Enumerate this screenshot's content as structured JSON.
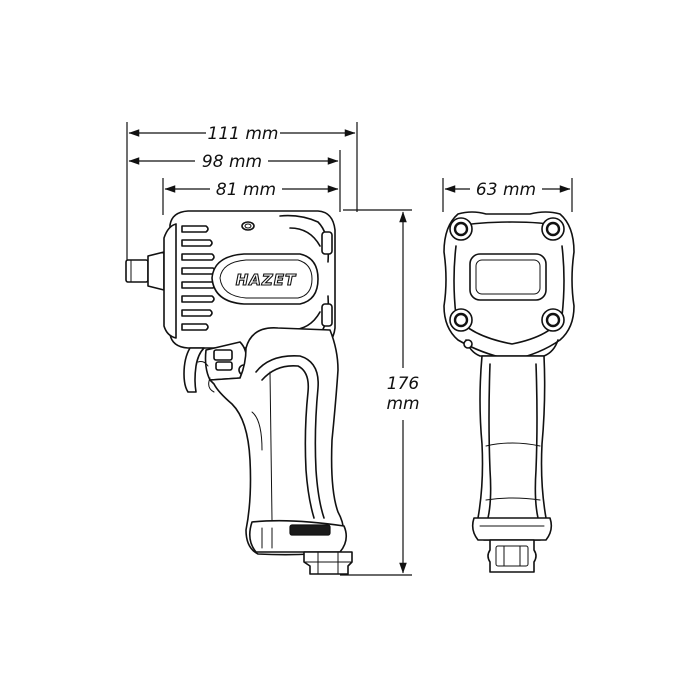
{
  "brand": {
    "logo_text": "HAZET"
  },
  "dimensions": {
    "overall_length": "111 mm",
    "mid_length": "98 mm",
    "body_length": "81 mm",
    "width": "63 mm",
    "height_value": "176",
    "height_unit": "mm"
  }
}
